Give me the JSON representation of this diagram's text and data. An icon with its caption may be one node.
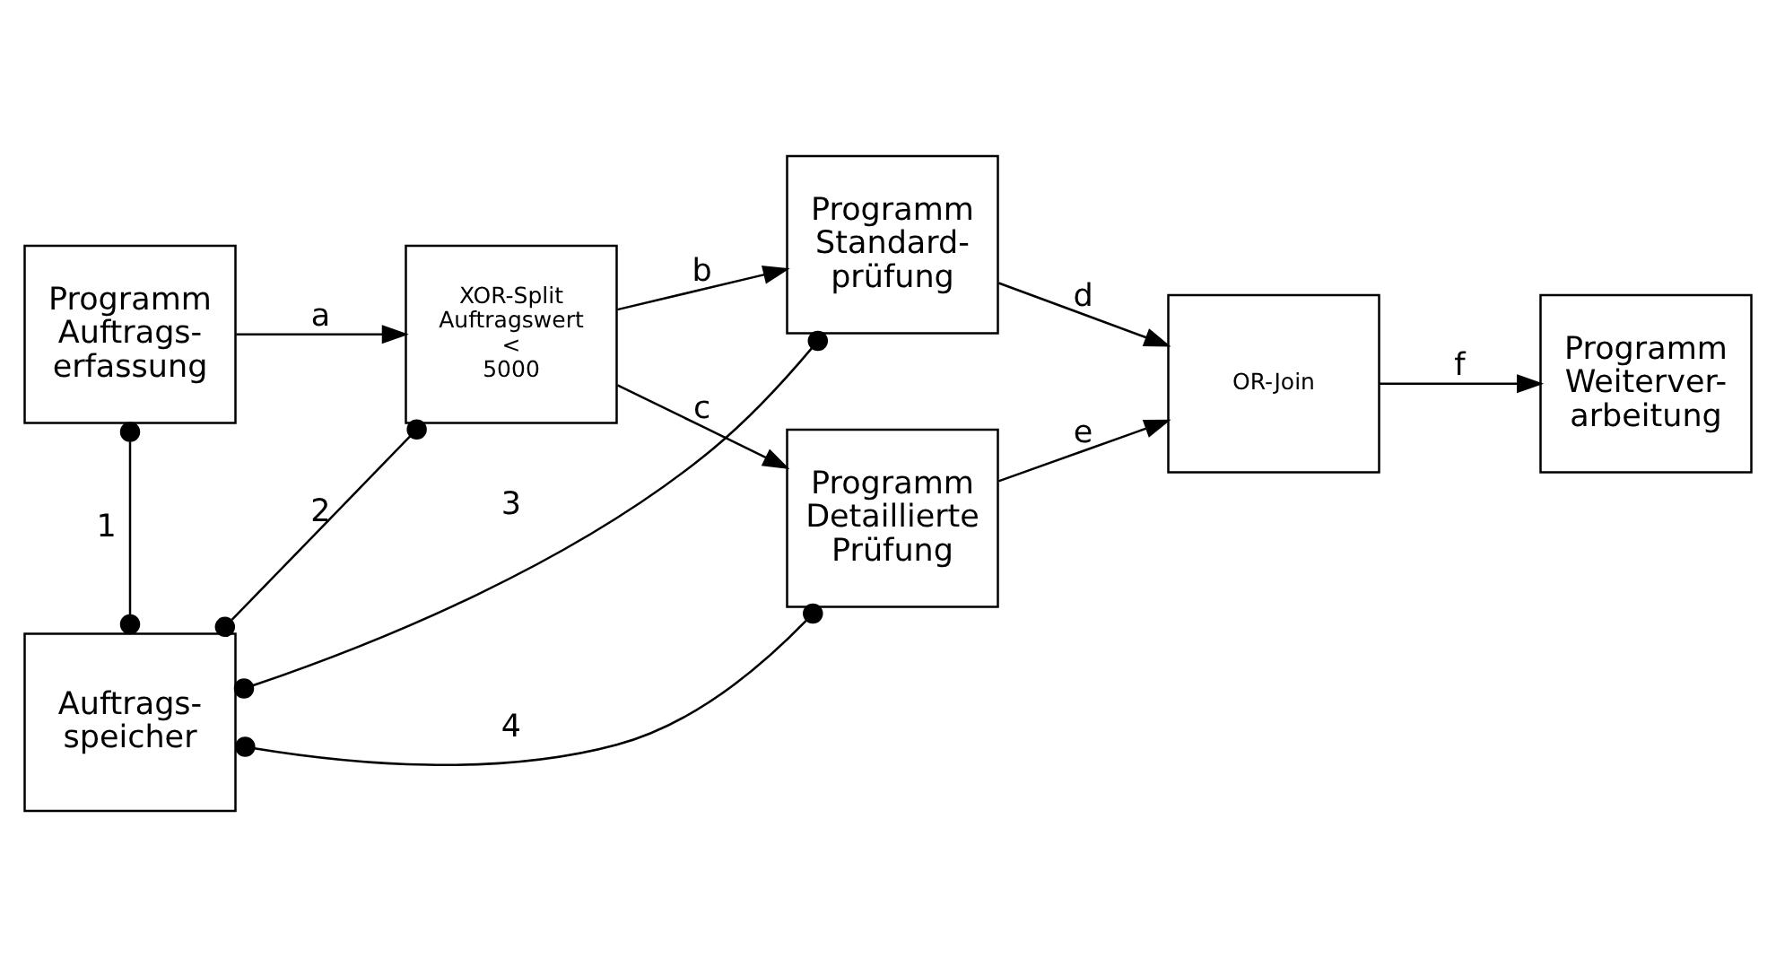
{
  "diagram": {
    "nodes": [
      {
        "text": [
          "Programm Auftrags- erfassung"
        ]
      },
      {
        "text": [
          "XOR-Split Auftragswert < 5000"
        ]
      },
      {
        "text": [
          "Programm Standard- prüfung"
        ]
      },
      {
        "text": [
          "Programm Detaillierte Prüfung"
        ]
      },
      {
        "text": [
          "OR-Join"
        ]
      },
      {
        "text": [
          "Programm Weiterver- arbeitung"
        ]
      },
      {
        "text": [
          "Auftrags- speicher"
        ]
      }
    ],
    "edges": [
      {
        "from": 0,
        "to": 1,
        "arrow": "to",
        "label": "a"
      },
      {
        "from": 1,
        "to": 2,
        "arrow": "to",
        "label": "b"
      },
      {
        "from": 1,
        "to": 3,
        "arrow": "to",
        "label": "c"
      },
      {
        "from": 2,
        "to": 4,
        "arrow": "to",
        "label": "d"
      },
      {
        "from": 3,
        "to": 4,
        "arrow": "to",
        "label": "e"
      },
      {
        "from": 4,
        "to": 5,
        "arrow": "to",
        "label": "f"
      },
      {
        "from": 6,
        "to": 0,
        "arrow": "other",
        "label": "1"
      },
      {
        "from": 6,
        "to": 1,
        "arrow": "other",
        "label": "2"
      },
      {
        "from": 6,
        "to": 2,
        "arrow": "other",
        "label": "3"
      },
      {
        "from": 6,
        "to": 3,
        "arrow": "other",
        "label": "4"
      }
    ]
  }
}
